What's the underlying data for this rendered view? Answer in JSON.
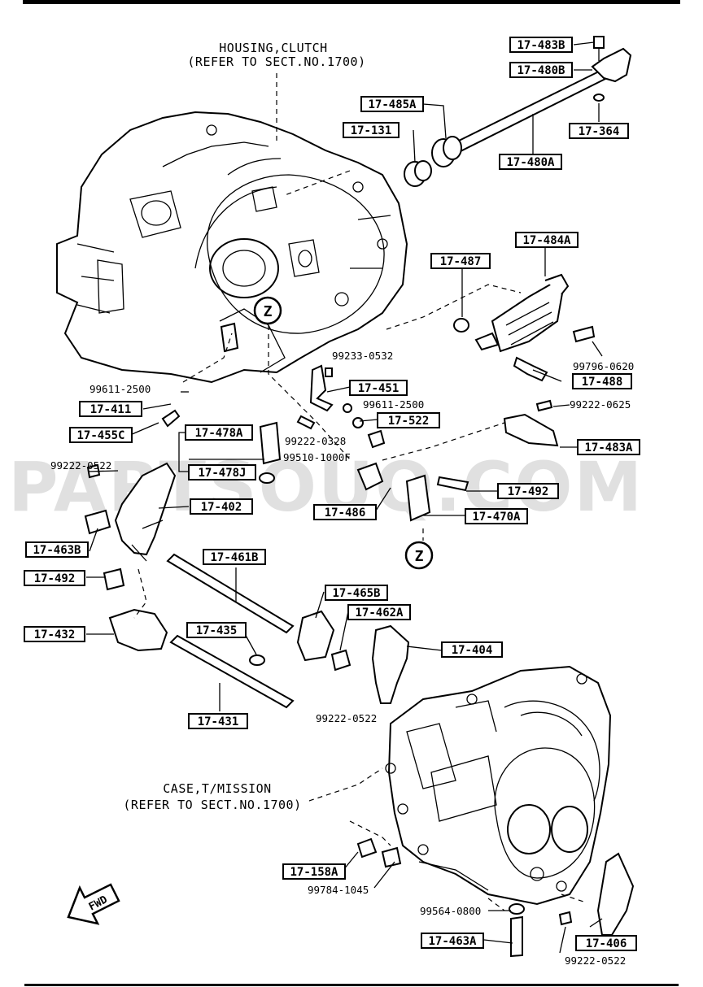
{
  "watermark": "PARTSOUQ.COM",
  "callouts": {
    "housing_line1": "HOUSING,CLUTCH",
    "housing_line2": "(REFER TO SECT.NO.1700)",
    "case_line1": "CASE,T/MISSION",
    "case_line2": "(REFER TO SECT.NO.1700)"
  },
  "marker": "Z",
  "fwd": "FWD",
  "boxed_parts": [
    "17-483B",
    "17-480B",
    "17-485A",
    "17-131",
    "17-364",
    "17-480A",
    "17-484A",
    "17-487",
    "17-488",
    "17-451",
    "17-411",
    "17-522",
    "17-455C",
    "17-478A",
    "17-483A",
    "17-478J",
    "17-492",
    "17-402",
    "17-486",
    "17-470A",
    "17-463B",
    "17-461B",
    "17-492",
    "17-465B",
    "17-462A",
    "17-432",
    "17-435",
    "17-404",
    "17-431",
    "17-158A",
    "17-463A",
    "17-406"
  ],
  "plain_parts": [
    "99233-0532",
    "99796-0620",
    "99611-2500",
    "99611-2500",
    "99222-0625",
    "99222-0328",
    "99510-1000F",
    "99222-0522",
    "99222-0522",
    "99784-1045",
    "99564-0800",
    "99222-0522"
  ]
}
